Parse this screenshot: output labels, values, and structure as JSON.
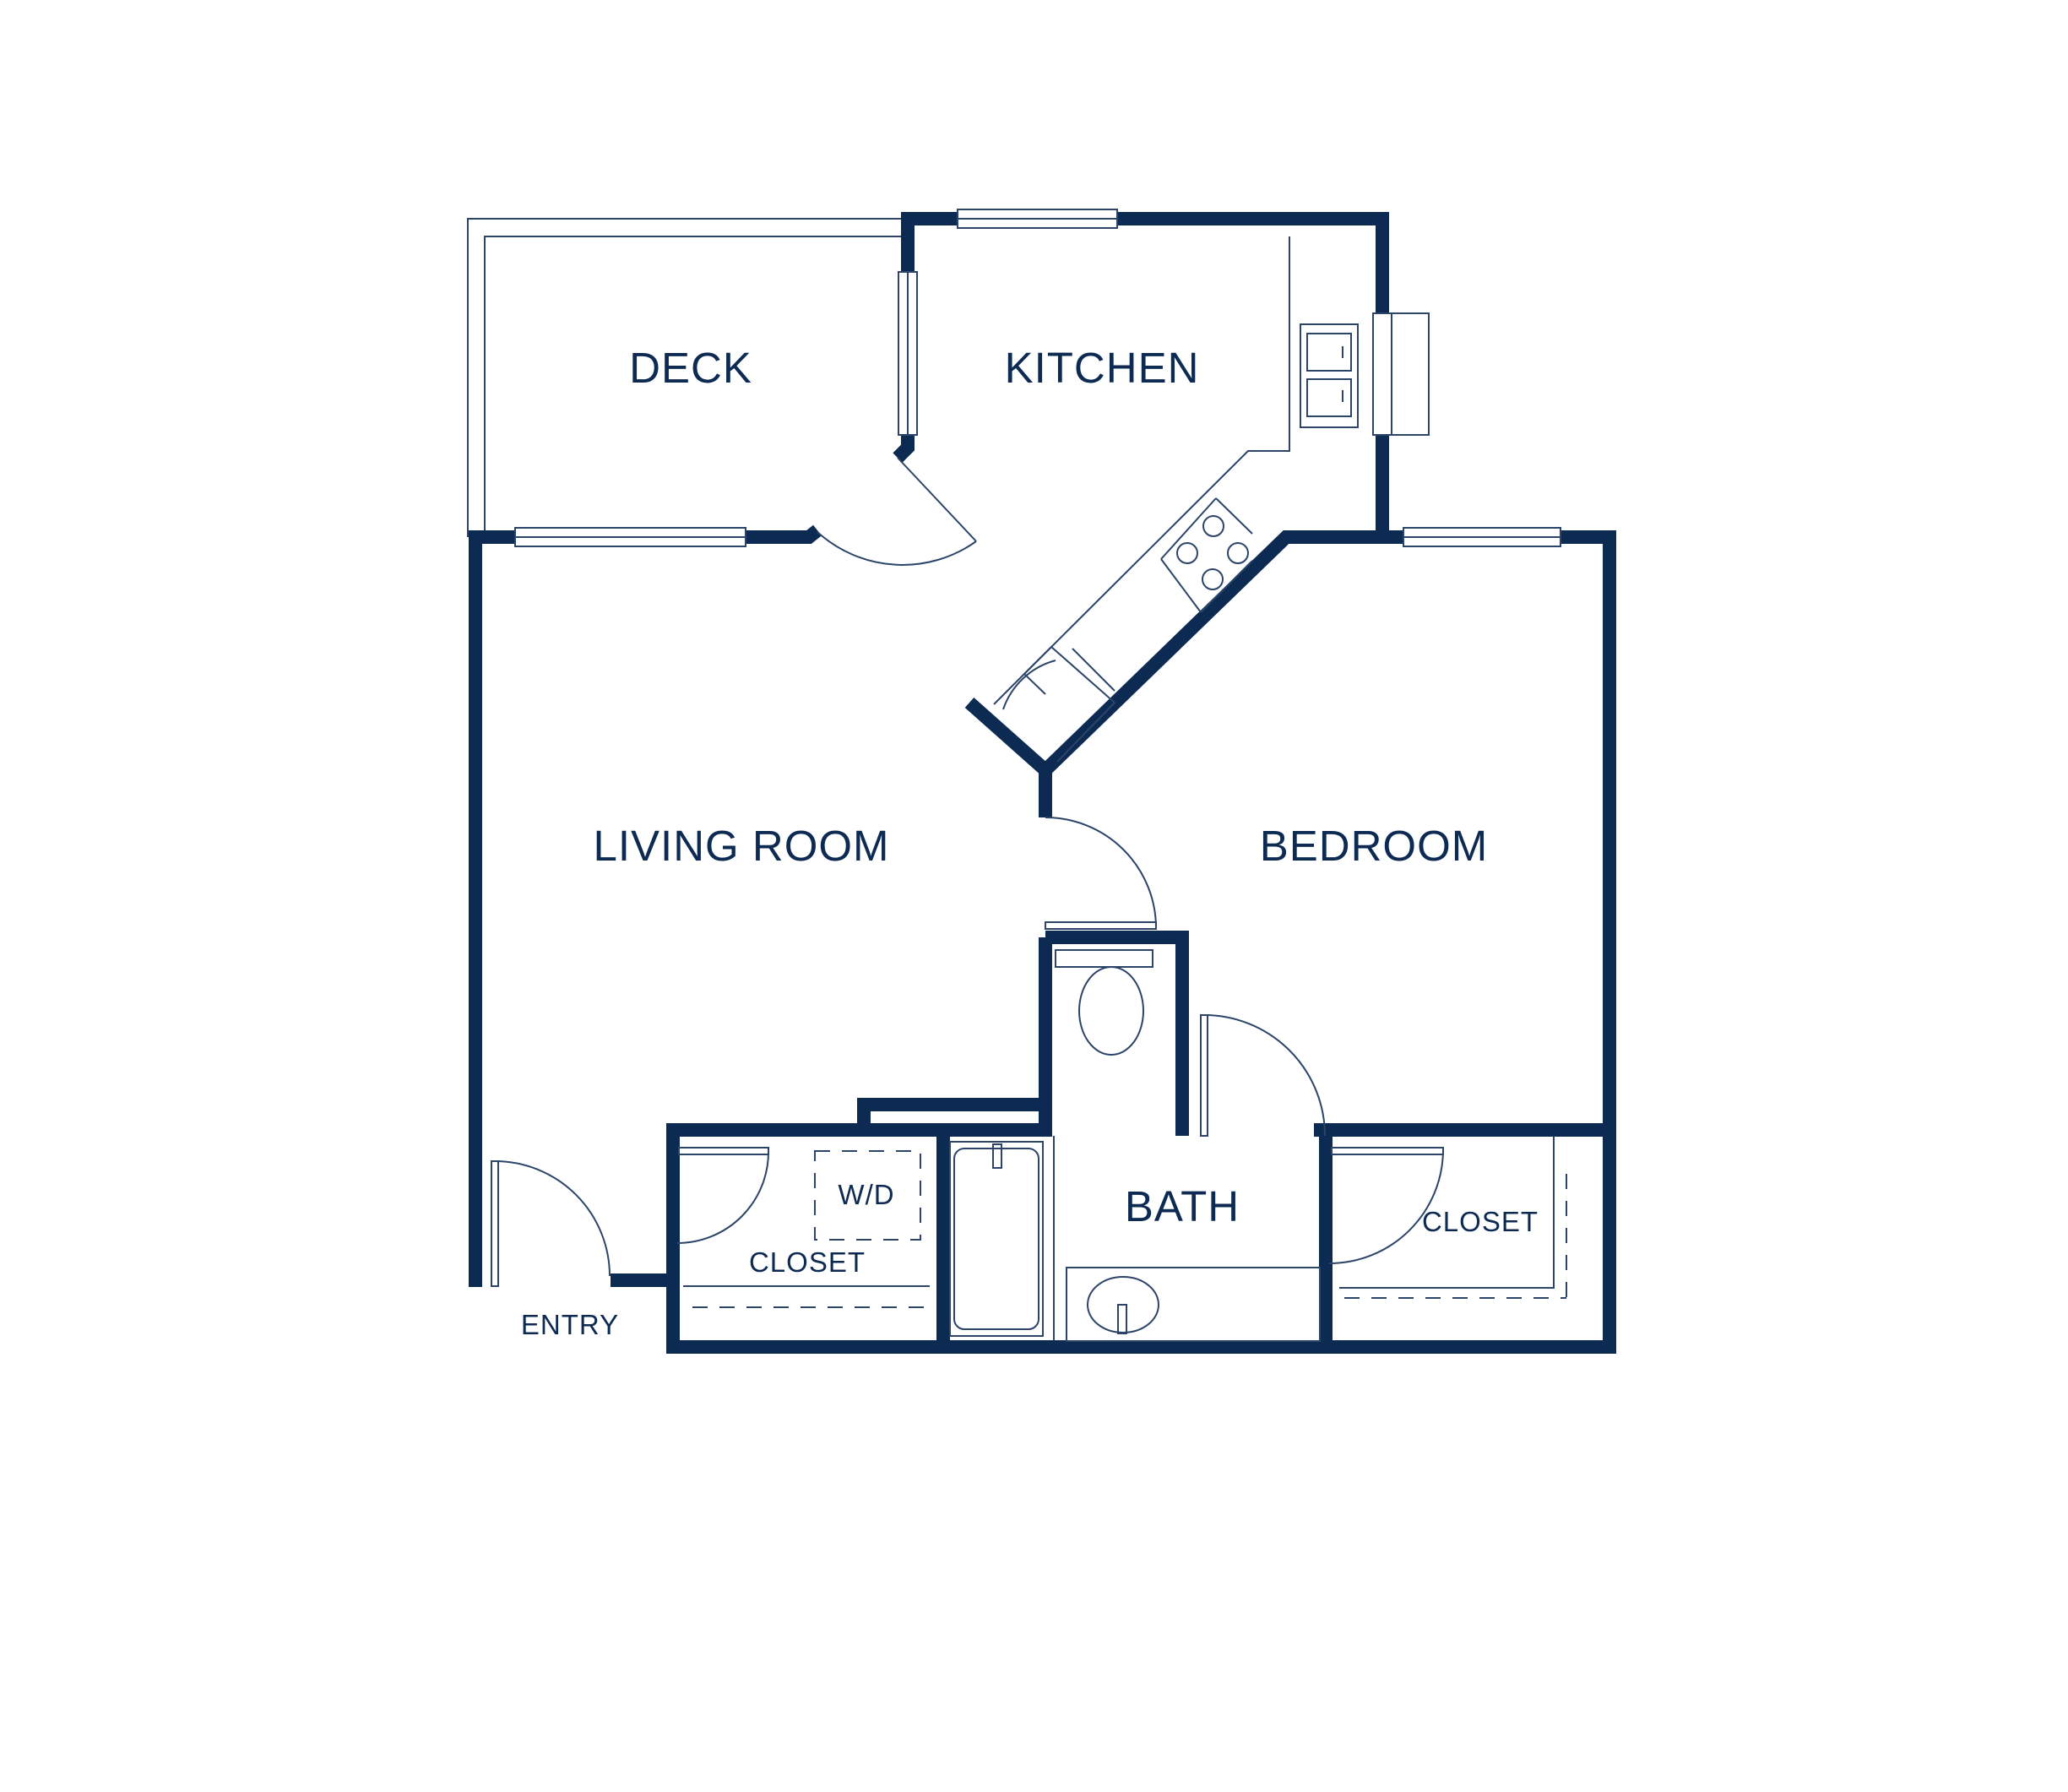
{
  "colors": {
    "wall": "#0d2a52",
    "line": "#2b4468",
    "background": "#ffffff"
  },
  "rooms": {
    "deck": "DECK",
    "kitchen": "KITCHEN",
    "living_room": "LIVING ROOM",
    "bedroom": "BEDROOM",
    "bath": "BATH",
    "closet_left": "CLOSET",
    "closet_right": "CLOSET",
    "washer_dryer": "W/D",
    "entry": "ENTRY"
  }
}
